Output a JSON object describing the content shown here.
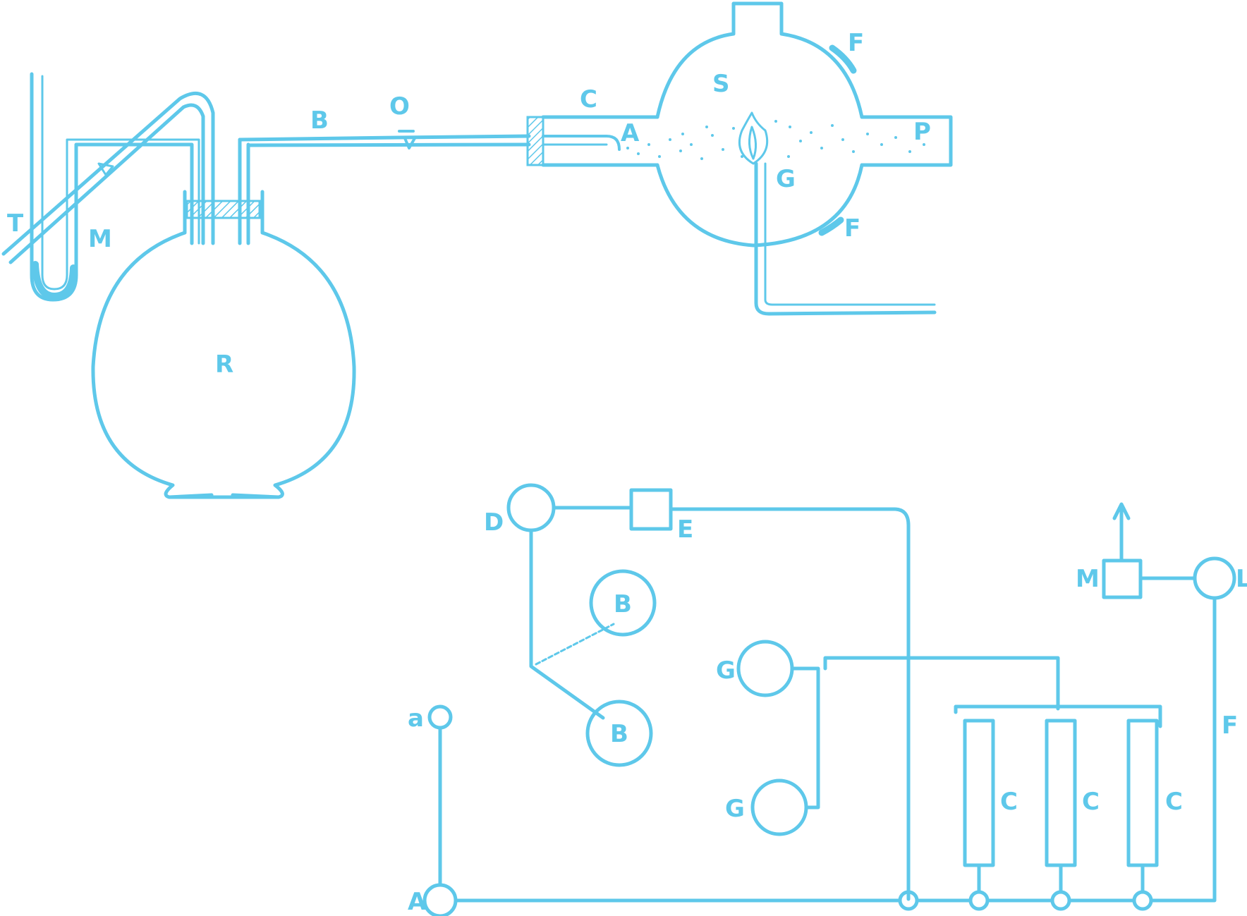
{
  "colors": {
    "ink": "#5ec8ea",
    "background": "#ffffff"
  },
  "top_apparatus": {
    "labels": {
      "T": "T",
      "M": "M",
      "R": "R",
      "B": "B",
      "O": "O",
      "C": "C",
      "A": "A",
      "S": "S",
      "F_top": "F",
      "F_bottom": "F",
      "P": "P",
      "G": "G"
    }
  },
  "circuit": {
    "labels": {
      "D": "D",
      "E": "E",
      "B_upper": "B",
      "B_lower": "B",
      "G_upper": "G",
      "G_lower": "G",
      "a": "a",
      "A": "A",
      "M": "M",
      "L": "L",
      "F": "F",
      "C1": "C",
      "C2": "C",
      "C3": "C"
    }
  }
}
